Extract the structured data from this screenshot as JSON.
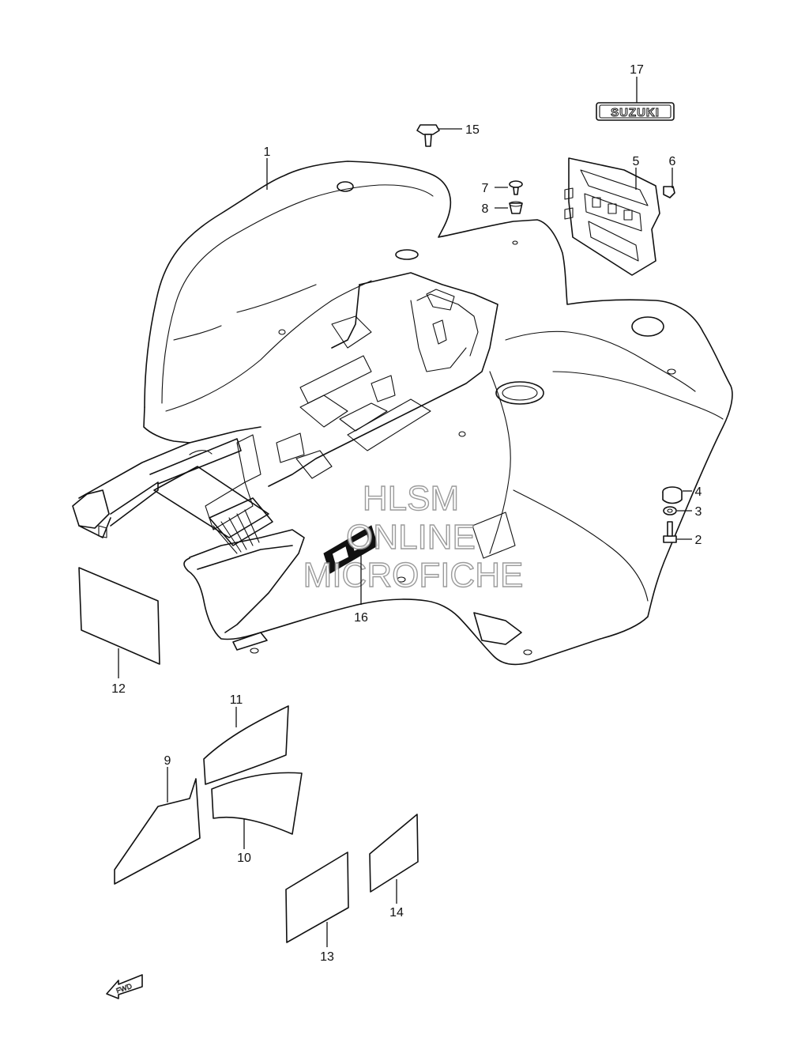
{
  "callouts": {
    "c1": "1",
    "c2": "2",
    "c3": "3",
    "c4": "4",
    "c5": "5",
    "c6": "6",
    "c7": "7",
    "c8": "8",
    "c9": "9",
    "c10": "10",
    "c11": "11",
    "c12": "12",
    "c13": "13",
    "c14": "14",
    "c15": "15",
    "c16": "16",
    "c17": "17"
  },
  "emblem": {
    "brand": "SUZUKI"
  },
  "fwd_arrow": {
    "label": "FWD"
  },
  "watermark": {
    "line1": "HLSM",
    "line2": "ONLINE",
    "line3": "MICROFICHE"
  }
}
